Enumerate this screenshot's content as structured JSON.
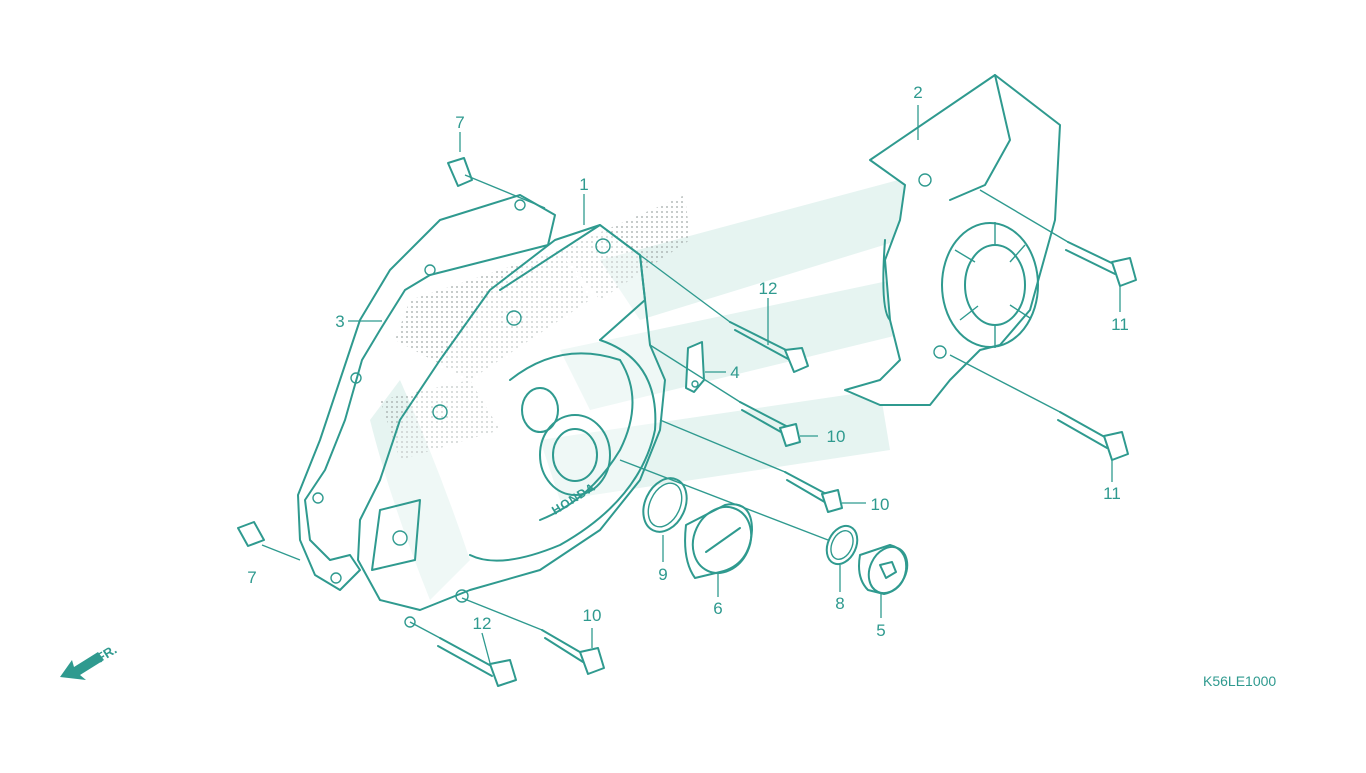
{
  "diagram": {
    "code": "K56LE1000",
    "direction_label": "FR.",
    "cover_brand_text": "HONDA",
    "callouts": [
      {
        "id": "c1",
        "label": "1"
      },
      {
        "id": "c2",
        "label": "2"
      },
      {
        "id": "c3",
        "label": "3"
      },
      {
        "id": "c4",
        "label": "4"
      },
      {
        "id": "c5",
        "label": "5"
      },
      {
        "id": "c6",
        "label": "6"
      },
      {
        "id": "c7a",
        "label": "7"
      },
      {
        "id": "c7b",
        "label": "7"
      },
      {
        "id": "c8",
        "label": "8"
      },
      {
        "id": "c9",
        "label": "9"
      },
      {
        "id": "c10a",
        "label": "10"
      },
      {
        "id": "c10b",
        "label": "10"
      },
      {
        "id": "c10c",
        "label": "10"
      },
      {
        "id": "c11a",
        "label": "11"
      },
      {
        "id": "c11b",
        "label": "11"
      },
      {
        "id": "c12a",
        "label": "12"
      },
      {
        "id": "c12b",
        "label": "12"
      }
    ]
  },
  "colors": {
    "line": "#2f9a8f",
    "watermark": "#e6f4f1",
    "dots": "#9fa7a6"
  }
}
